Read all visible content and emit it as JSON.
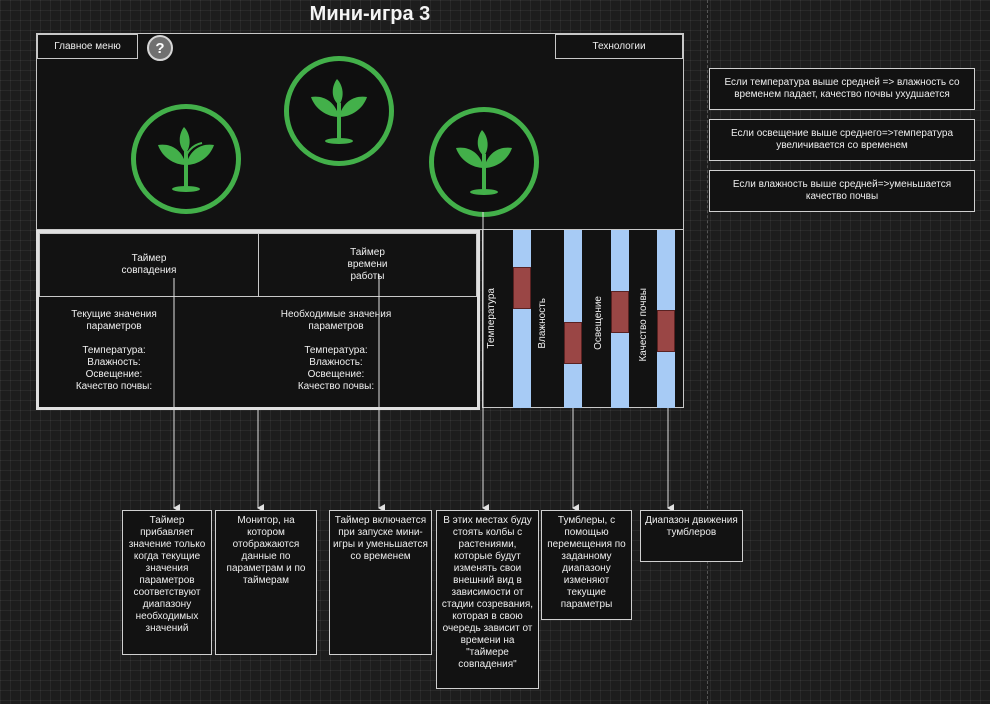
{
  "title": "Мини-игра 3",
  "buttons": {
    "main_menu": "Главное меню",
    "help": "?",
    "tech": "Технологии"
  },
  "monitor": {
    "timer_match": "Таймер\nсовпадения",
    "timer_work": "Таймер\nвремени\nработы",
    "current_params": "Текущие значения\nпараметров\n\nТемпература:\nВлажность:\nОсвещение:\nКачество почвы:",
    "required_params": "Необходимые значения\nпараметров\n\nТемпература:\nВлажность:\nОсвещение:\nКачество почвы:"
  },
  "sliders": [
    {
      "label": "Температура",
      "level": 0.73
    },
    {
      "label": "Влажность",
      "level": 0.32
    },
    {
      "label": "Освещение",
      "level": 0.55
    },
    {
      "label": "Качество почвы",
      "level": 0.41
    }
  ],
  "rules": [
    "Если температура выше средней => влажность со временем падает, качество почвы ухудшается",
    "Если освещение выше среднего=>температура увеличивается со временем",
    "Если влажность выше средней=>уменьшается качество почвы"
  ],
  "annotations": [
    "Таймер прибавляет значение только когда текущие значения параметров соответствуют диапазону необходимых значений",
    "Монитор, на котором отображаются данные по параметрам и по таймерам",
    "Таймер включается при запуске мини-игры и уменьшается со временем",
    "В этих местах буду стоять колбы с растениями, которые будут изменять свои внешний вид в зависимости от стадии созревания, которая в свою очередь зависит от времени на \"таймере совпадения\"",
    "Тумблеры, с помощью перемещения по заданному диапазону изменяют текущие параметры",
    "Диапазон движения тумблеров"
  ],
  "colors": {
    "plant_ring": "#43b04a",
    "slider_track": "#a7cbf5",
    "slider_thumb": "#9a4645"
  },
  "icons": [
    "plant-sprout-icon",
    "help-icon"
  ]
}
